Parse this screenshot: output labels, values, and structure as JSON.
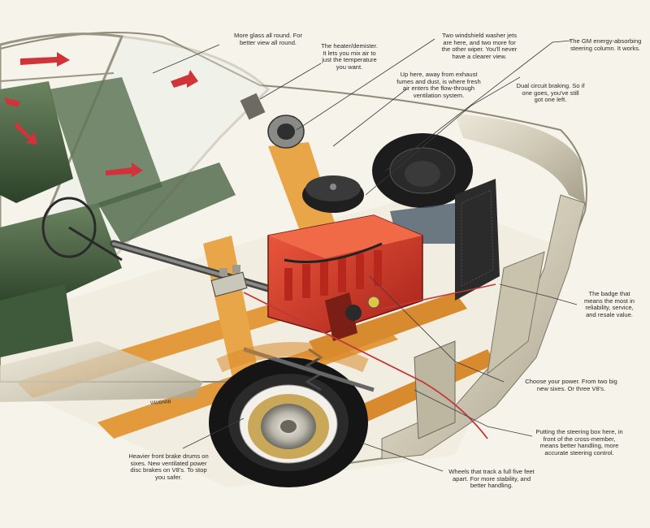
{
  "callouts": {
    "glass": "More glass all round. For\nbetter view all round.",
    "heater": "The heater/demister.\nIt lets you mix air to\njust the temperature\nyou want.",
    "washer": "Two windshield washer jets\nare here, and two more for\nthe other wiper. You'll never\nhave a clearer view.",
    "steering_column": "The GM energy-absorbing\nsteering column. It works.",
    "ventilation": "Up here, away from exhaust\nfumes and dust, is where fresh\nair enters the flow-through\nventilation system.",
    "braking": "Dual circuit braking. So if\none goes, you've still\ngot one left.",
    "badge": "The badge that\nmeans the most in\nreliability, service,\nand resale value.",
    "power": "Choose your power. From two big\nnew sixes. Or three V8's.",
    "steering_box": "Putting the steering box here, in\nfront of the cross-member,\nmeans better handling, more\naccurate steering control.",
    "brakes": "Heavier front brake drums on\nsixes. New ventilated power\ndisc brakes on V8's. To stop\nyou safer.",
    "wheels": "Wheels that track a full five feet\napart. For more stability, and\nbetter handling."
  },
  "signature": "VAUGHAN",
  "colors": {
    "background": "#f5f3ea",
    "engine": "#d23a2a",
    "frame": "#e39a3c",
    "body_metal": "#d8d4c4",
    "interior": "#3f5a3a",
    "tyre": "#1c1c1c"
  },
  "icons": [
    "airflow-arrow-icon"
  ]
}
